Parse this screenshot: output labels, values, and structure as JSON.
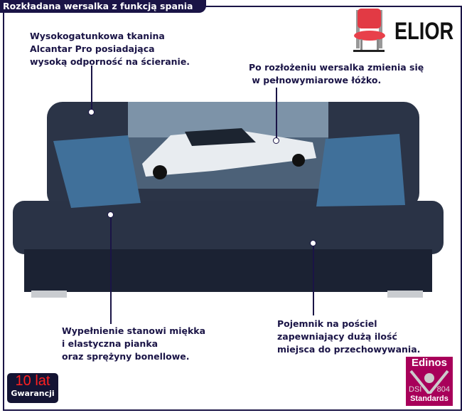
{
  "title": "Rozkładana wersalka z funkcją spania",
  "brand": "ELIOR",
  "notes": {
    "fabric": "Wysokogatunkowa tkanina\nAlcantar Pro posiadająca\nwysoką odporność na ścieranie.",
    "bed": "Po rozłożeniu wersalka zmienia się\n w pełnowymiarowe łóżko.",
    "filling": "Wypełnienie stanowi miękka\ni elastyczna pianka\noraz sprężyny bonellowe.",
    "storage": "Pojemnik na pościel\nzapewniający dużą ilość\nmiejsca do przechowywania."
  },
  "warranty": {
    "years": "10 lat",
    "label": "Gwarancji"
  },
  "certificate": {
    "name": "Edinos",
    "left": "DSI",
    "right": "804",
    "bottom": "Standards"
  },
  "colors": {
    "frame": "#1a1446",
    "sofa": "#2a3346",
    "pillow": "#3f6f96",
    "cert": "#a8005a"
  }
}
